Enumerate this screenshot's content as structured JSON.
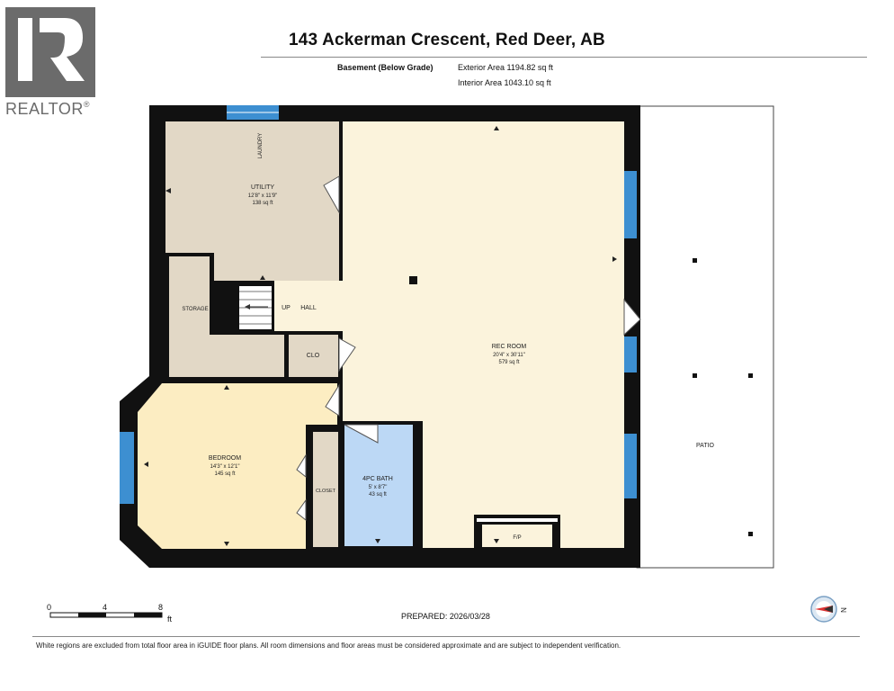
{
  "header": {
    "title": "143 Ackerman Crescent, Red Deer, AB",
    "level": "Basement (Below Grade)",
    "exterior_area": "Exterior Area 1194.82 sq ft",
    "interior_area": "Interior Area 1043.10 sq ft"
  },
  "logo": {
    "text": "REALTOR",
    "mark": "®"
  },
  "rooms": {
    "utility": {
      "name": "UTILITY",
      "dims": "12'8\" x 11'9\"",
      "area": "138 sq ft"
    },
    "laundry": {
      "name": "LAUNDRY"
    },
    "storage": {
      "name": "STORAGE"
    },
    "up": {
      "name": "UP"
    },
    "hall": {
      "name": "HALL"
    },
    "clo": {
      "name": "CLO"
    },
    "rec_room": {
      "name": "REC ROOM",
      "dims": "20'4\" x 30'11\"",
      "area": "579 sq ft"
    },
    "bedroom": {
      "name": "BEDROOM",
      "dims": "14'3\" x 12'1\"",
      "area": "145 sq ft"
    },
    "closet": {
      "name": "CLOSET"
    },
    "bath": {
      "name": "4PC BATH",
      "dims": "5' x 8'7\"",
      "area": "43 sq ft"
    },
    "fp": {
      "name": "F/P"
    },
    "patio": {
      "name": "PATIO"
    }
  },
  "colors": {
    "wall": "#111111",
    "utility_fill": "#e2d8c6",
    "rec_fill": "#fbf3dc",
    "bedroom_fill": "#fcedc2",
    "bath_fill": "#bcd8f5",
    "window": "#3d8fd1"
  },
  "scale": {
    "zero": "0",
    "four": "4",
    "eight": "8",
    "unit": "ft"
  },
  "prepared": "PREPARED: 2026/03/28",
  "compass": {
    "label": "N",
    "icon": "compass-icon"
  },
  "footer": {
    "disclaimer": "White regions are excluded from total floor area in iGUIDE floor plans. All room dimensions and floor areas must be considered approximate and are subject to independent verification."
  }
}
